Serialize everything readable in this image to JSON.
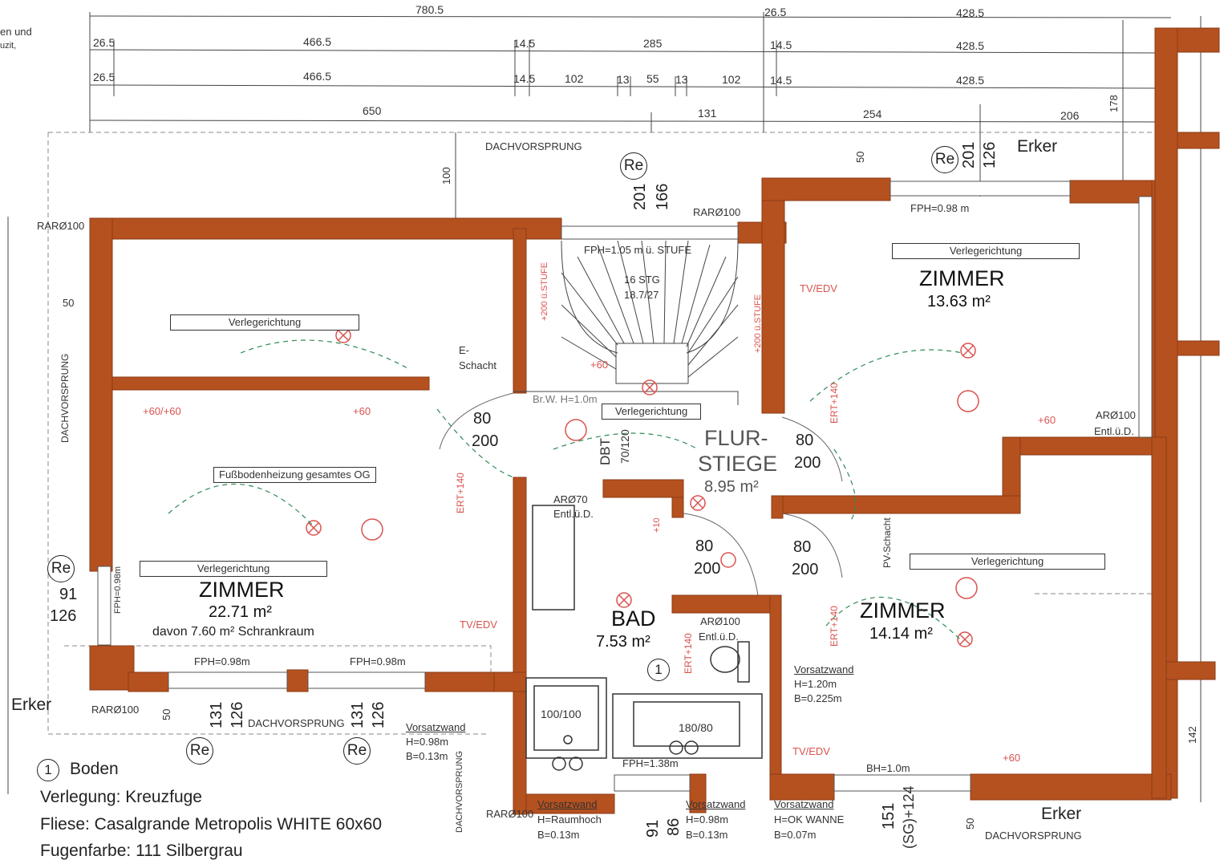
{
  "top_dims": {
    "row0": [
      "780.5",
      "26.5",
      "428.5"
    ],
    "row1": [
      "26.5",
      "466.5",
      "14.5",
      "285",
      "14.5",
      "428.5"
    ],
    "row2": [
      "26.5",
      "466.5",
      "14.5",
      "102",
      "13",
      "55",
      "13",
      "102",
      "14.5",
      "428.5"
    ],
    "row3": [
      "650",
      "131",
      "254",
      "206"
    ]
  },
  "side_dims": {
    "v100": "100",
    "v50": "50",
    "v178": "178",
    "v50b": "50",
    "v142": "142"
  },
  "corner_text": [
    "en und",
    "uzit,"
  ],
  "labels": {
    "dachvorsprung_top": "DACHVORSPRUNG",
    "dachvorsprung_left": "DACHVORSPRUNG",
    "dachvorsprung_bottom": "DACHVORSPRUNG",
    "dachvorsprung_bottom_right": "DACHVORSPRUNG",
    "dachvorsprung_bottom_mid": "DACHVORSPRUNG",
    "erker_right_top": "Erker",
    "erker_left": "Erker",
    "erker_bottom_right": "Erker",
    "rar_left": "RARØ100",
    "rar_top": "RARØ100",
    "rar_bottom_left": "RARØ100",
    "rar_bottom_mid": "RARØ100",
    "ar_right": "ARØ100",
    "entl_right": "Entl.ü.D.",
    "ar_bad": "ARØ100",
    "entl_bad": "Entl.ü.D.",
    "ar70": "ARØ70",
    "entl70": "Entl.ü.D.",
    "e_schacht_1": "E-",
    "e_schacht_2": "Schacht",
    "pv_schacht": "PV-Schacht",
    "fph_top_right": "FPH=0.98 m",
    "fph_stair": "FPH=1.05 m ü. STUFE",
    "fph_left_a": "FPH=0.98m",
    "fph_left_b": "FPH=0.98m",
    "fph_left_v": "FPH=0.98m",
    "fph_bad": "FPH=1.38m",
    "bh": "BH=1.0m",
    "stair_steps": "16 STG",
    "stair_ratio": "18.7/27",
    "brw": "Br.W. H=1.0m",
    "dbt": "DBT",
    "dbt_dim": "70/120",
    "fbh": "Fußbodenheizung gesamtes OG",
    "tv_edv_1": "TV/EDV",
    "tv_edv_2": "TV/EDV",
    "tv_edv_3": "TV/EDV",
    "ert_1": "ERT+140",
    "ert_2": "ERT+140",
    "ert_3": "ERT+140",
    "ert_4": "ERT+140",
    "plus60_1": "+60",
    "plus60_2": "+60",
    "plus60_3": "+60",
    "plus60_4": "+60",
    "plus6060": "+60/+60",
    "plus200_1": "+200 ü.STUFE",
    "plus200_2": "+200 ü.STUFE",
    "plus10": "+10",
    "shower": "100/100",
    "tub": "180/80",
    "vorsatz_right_1": "Vorsatzwand",
    "vorsatz_right_2": "H=1.20m",
    "vorsatz_right_3": "B=0.225m",
    "vorsatz_left_1": "Vorsatzwand",
    "vorsatz_left_2": "H=0.98m",
    "vorsatz_left_3": "B=0.13m",
    "vorsatz_b1_1": "Vorsatzwand",
    "vorsatz_b1_2": "H=Raumhoch",
    "vorsatz_b1_3": "B=0.13m",
    "vorsatz_b2_1": "Vorsatzwand",
    "vorsatz_b2_2": "H=0.98m",
    "vorsatz_b2_3": "B=0.13m",
    "vorsatz_b3_1": "Vorsatzwand",
    "vorsatz_b3_2": "H=OK WANNE",
    "vorsatz_b3_3": "B=0.07m"
  },
  "laying": {
    "left_top": "Verlegerichtung",
    "left_mid": "Verlegerichtung",
    "right_top": "Verlegerichtung",
    "right_bottom": "Verlegerichtung",
    "stair": "Verlegerichtung"
  },
  "rooms": {
    "zimmer_left": {
      "name": "ZIMMER",
      "area": "22.71 m²",
      "note": "davon 7.60 m² Schrankraum"
    },
    "zimmer_top_right": {
      "name": "ZIMMER",
      "area": "13.63 m²"
    },
    "zimmer_bottom_right": {
      "name": "ZIMMER",
      "area": "14.14 m²"
    },
    "flur": {
      "name1": "FLUR-",
      "name2": "STIEGE",
      "area": "8.95 m²"
    },
    "bad": {
      "name": "BAD",
      "area": "7.53 m²",
      "marker": "1"
    }
  },
  "doors": {
    "d1": [
      "80",
      "200"
    ],
    "d2": [
      "80",
      "200"
    ],
    "d3": [
      "80",
      "200"
    ],
    "d4": [
      "80",
      "200"
    ]
  },
  "window_marks": {
    "re_top": {
      "re": "Re",
      "a": "201",
      "b": "166"
    },
    "re_right": {
      "re": "Re",
      "a": "201",
      "b": "126"
    },
    "re_left": {
      "re": "Re",
      "a": "91",
      "b": "126"
    },
    "bottom_left_a": {
      "re": "Re",
      "a": "131",
      "b": "126"
    },
    "bottom_left_b": {
      "re": "Re",
      "a": "131",
      "b": "126"
    },
    "bottom_mid": {
      "a": "91",
      "b": "86"
    },
    "bottom_right": {
      "a": "151",
      "b": "(SG)+124"
    }
  },
  "legend": {
    "marker": "1",
    "title": "Boden",
    "line1": "Verlegung: Kreuzfuge",
    "line2": "Fliese:  Casalgrande Metropolis WHITE  60x60",
    "line3": "Fugenfarbe: 111 Silbergrau"
  },
  "colors": {
    "wall": "#b5511f",
    "wall_dark": "#8a3a14",
    "red_symbol": "#d9534f",
    "line": "#333333"
  }
}
